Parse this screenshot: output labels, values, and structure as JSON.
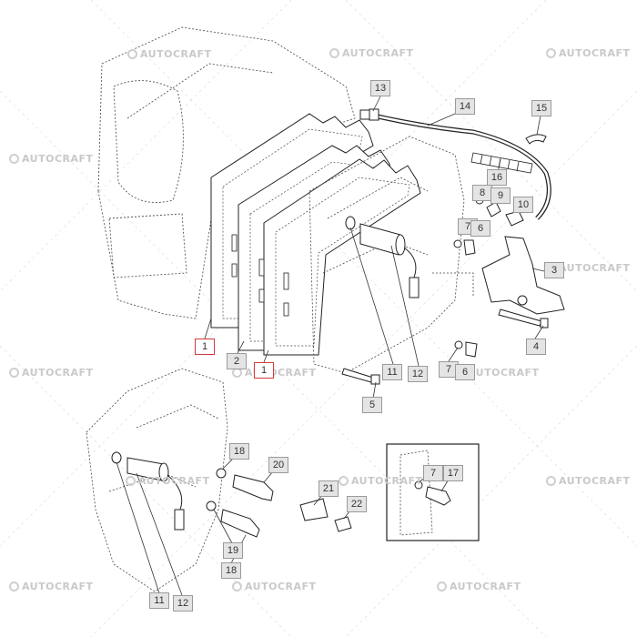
{
  "watermark": "AUTOCRAFT",
  "callouts": {
    "c1a": "1",
    "c1b": "1",
    "c2": "2",
    "c3": "3",
    "c4": "4",
    "c5": "5",
    "c6a": "6",
    "c6b": "6",
    "c7a": "7",
    "c7b": "7",
    "c7c": "7",
    "c8": "8",
    "c9": "9",
    "c10": "10",
    "c11a": "11",
    "c11b": "11",
    "c12a": "12",
    "c12b": "12",
    "c13": "13",
    "c14": "14",
    "c15": "15",
    "c16": "16",
    "c17": "17",
    "c18a": "18",
    "c18b": "18",
    "c19": "19",
    "c20": "20",
    "c21": "21",
    "c22": "22"
  },
  "colors": {
    "line": "#333333",
    "callout_fill": "#e4e4e4",
    "callout_border": "#9a9a9a",
    "highlight": "#d43a3a",
    "watermark": "#c9c9c9"
  }
}
